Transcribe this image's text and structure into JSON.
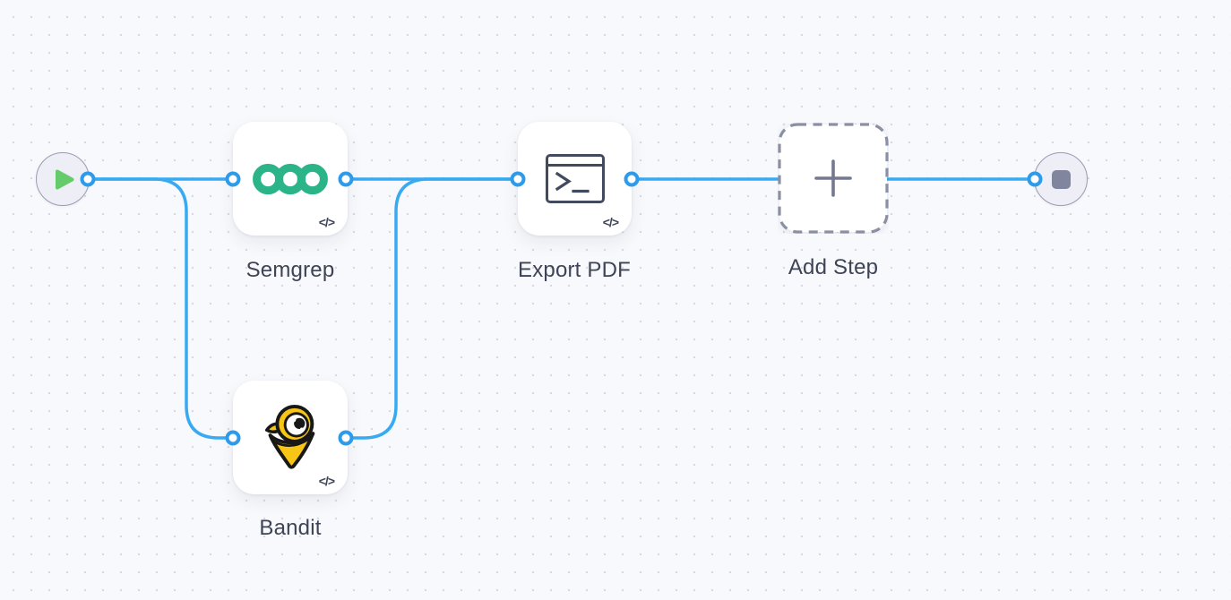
{
  "app": {
    "view": "workflow-canvas"
  },
  "nodes": {
    "start": {
      "type": "start",
      "icon": "play-icon"
    },
    "semgrep": {
      "label": "Semgrep",
      "icon": "semgrep-logo",
      "code_badge": "</>"
    },
    "bandit": {
      "label": "Bandit",
      "icon": "bandit-logo",
      "code_badge": "</>"
    },
    "export_pdf": {
      "label": "Export PDF",
      "icon": "terminal-icon",
      "code_badge": "</>"
    },
    "add_step": {
      "label": "Add Step",
      "icon": "plus-icon"
    },
    "end": {
      "type": "end",
      "icon": "stop-icon"
    }
  },
  "edges": [
    {
      "from": "start",
      "to": "semgrep"
    },
    {
      "from": "start",
      "to": "bandit"
    },
    {
      "from": "semgrep",
      "to": "export_pdf"
    },
    {
      "from": "bandit",
      "to": "export_pdf"
    },
    {
      "from": "export_pdf",
      "to": "end"
    }
  ],
  "colors": {
    "canvas_background": "#F8F9FC",
    "grid_dot": "#D7DAE3",
    "edge_blue": "#38AAF1",
    "port_blue": "#2D9BEA",
    "node_background": "#FFFFFF",
    "label_text": "#3E4455",
    "play_green": "#65CB6B",
    "stop_gray": "#81859E",
    "semgrep_green": "#2BB487",
    "bandit_yellow": "#F6C515",
    "terminal_icon_gray": "#424A5E",
    "dashed_border_gray": "#8B8FA3",
    "plus_gray": "#75798F",
    "start_end_fill": "#EDEEF6",
    "start_end_border": "#999DB2"
  }
}
